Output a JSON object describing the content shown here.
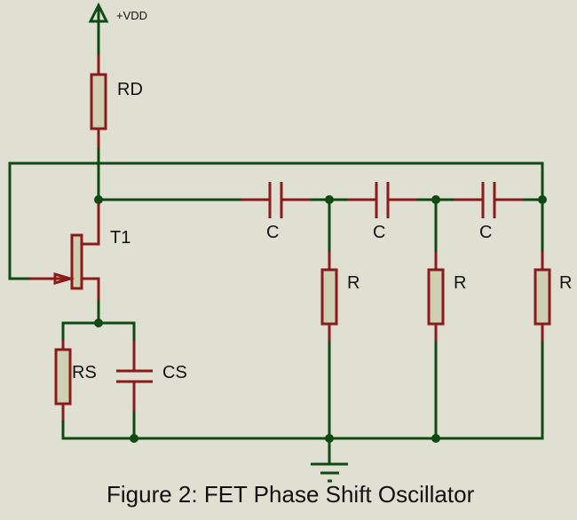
{
  "figure": {
    "caption": "Figure 2: FET Phase Shift Oscillator"
  },
  "components": {
    "supply": {
      "label": "+VDD",
      "type": "power-rail"
    },
    "rd": {
      "label": "RD",
      "type": "resistor"
    },
    "t1": {
      "label": "T1",
      "type": "n-channel-jfet"
    },
    "rs": {
      "label": "RS",
      "type": "resistor"
    },
    "cs": {
      "label": "CS",
      "type": "capacitor"
    },
    "capacitors": [
      {
        "label": "C",
        "type": "capacitor"
      },
      {
        "label": "C",
        "type": "capacitor"
      },
      {
        "label": "C",
        "type": "capacitor"
      }
    ],
    "resistors": [
      {
        "label": "R",
        "type": "resistor"
      },
      {
        "label": "R",
        "type": "resistor"
      },
      {
        "label": "R",
        "type": "resistor"
      }
    ],
    "ground": {
      "type": "ground"
    }
  },
  "colors": {
    "background": "#e0e0d2",
    "wire": "#0f4a12",
    "component": "#8b1a1a",
    "component_fill": "#cfcfb4",
    "text": "#111111"
  }
}
